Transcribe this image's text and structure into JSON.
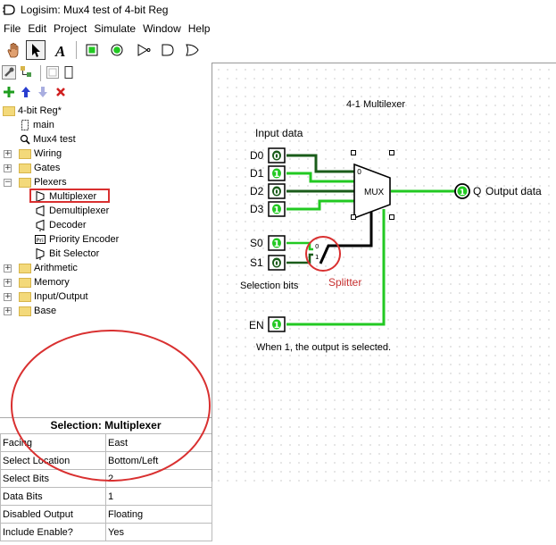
{
  "window": {
    "title": "Logisim: Mux4 test of 4-bit Reg"
  },
  "menu": [
    "File",
    "Edit",
    "Project",
    "Simulate",
    "Window",
    "Help"
  ],
  "tree": {
    "project": "4-bit Reg*",
    "circuits": [
      "main",
      "Mux4 test"
    ],
    "libraries": {
      "wiring": "Wiring",
      "gates": "Gates",
      "plexers": "Plexers",
      "plexer_items": [
        "Multiplexer",
        "Demultiplexer",
        "Decoder",
        "Priority Encoder",
        "Bit Selector"
      ],
      "arithmetic": "Arithmetic",
      "memory": "Memory",
      "io": "Input/Output",
      "base": "Base"
    }
  },
  "properties": {
    "title": "Selection: Multiplexer",
    "rows": [
      {
        "name": "Facing",
        "value": "East"
      },
      {
        "name": "Select Location",
        "value": "Bottom/Left"
      },
      {
        "name": "Select Bits",
        "value": "2"
      },
      {
        "name": "Data Bits",
        "value": "1"
      },
      {
        "name": "Disabled Output",
        "value": "Floating"
      },
      {
        "name": "Include Enable?",
        "value": "Yes"
      }
    ]
  },
  "circuit": {
    "title": "4-1 Multilexer",
    "input_label": "Input data",
    "inputs": [
      {
        "name": "D0",
        "value": "0"
      },
      {
        "name": "D1",
        "value": "1"
      },
      {
        "name": "D2",
        "value": "0"
      },
      {
        "name": "D3",
        "value": "1"
      }
    ],
    "selects": [
      {
        "name": "S0",
        "value": "1"
      },
      {
        "name": "S1",
        "value": "0"
      }
    ],
    "selection_label": "Selection bits",
    "splitter_label": "Splitter",
    "enable": {
      "name": "EN",
      "value": "1"
    },
    "enable_note": "When 1, the output is selected.",
    "mux_label": "MUX",
    "mux_port_label_d0": "0",
    "output": {
      "name": "Q",
      "value": "1",
      "label": "Output data"
    },
    "splitter_bit_0": "0",
    "splitter_bit_1": "1"
  },
  "colors": {
    "wire_on": "#22c922",
    "wire_off": "#1a5c1a",
    "highlight": "#d93030",
    "annotation": "#c83232"
  }
}
